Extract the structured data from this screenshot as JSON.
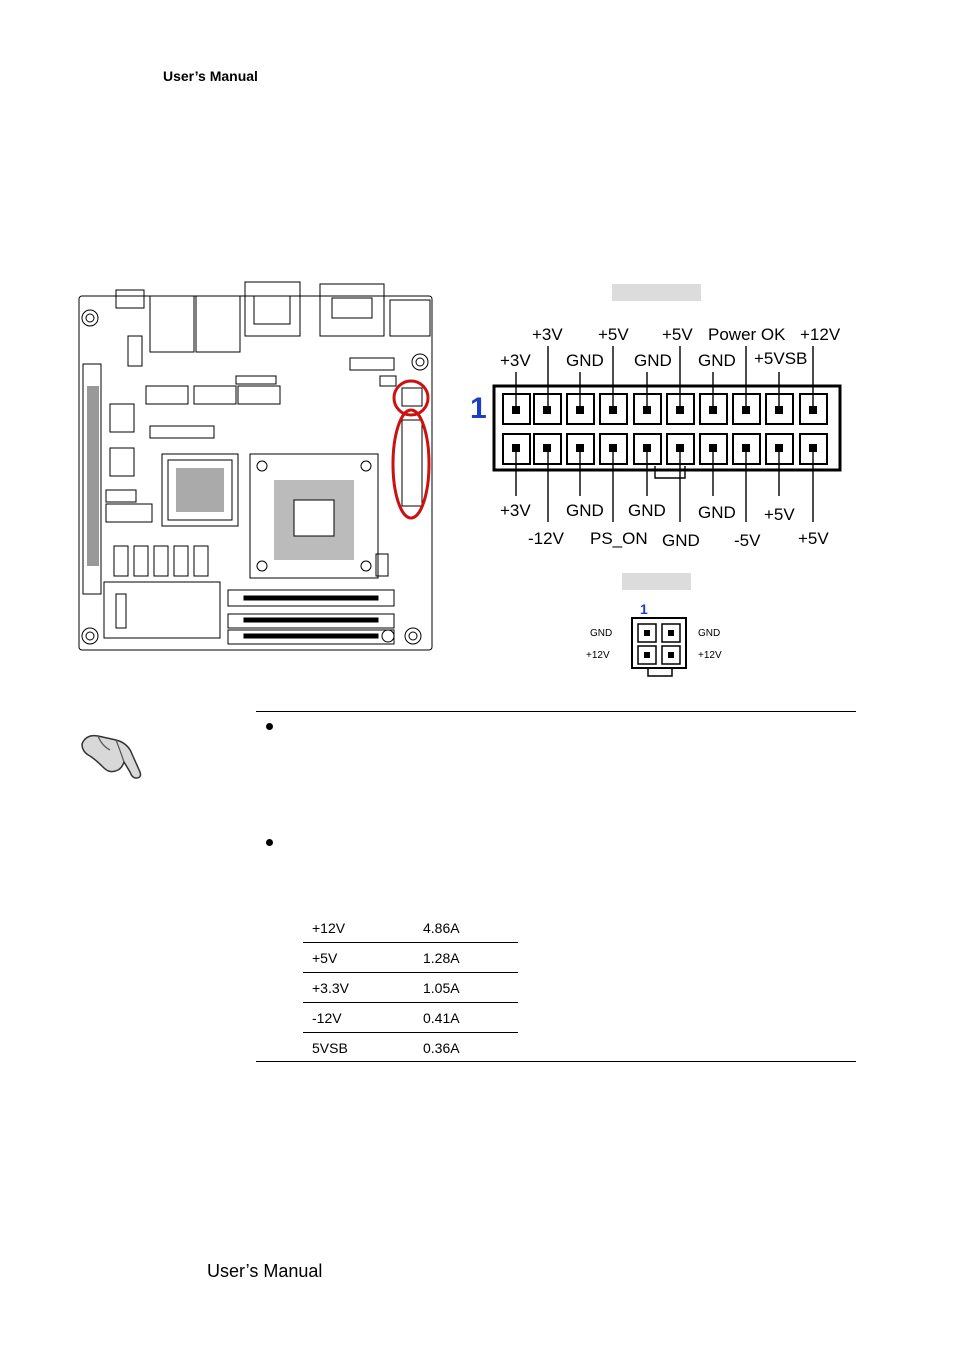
{
  "header": {
    "title": "User’s Manual"
  },
  "footer": {
    "title": "User’s Manual"
  },
  "atx_connector": {
    "pin1_marker": "1",
    "top_labels_upper": [
      "+3V",
      "+5V",
      "+5V",
      "Power OK",
      "+12V"
    ],
    "top_labels_lower": [
      "+3V",
      "GND",
      "GND",
      "GND",
      "+5VSB"
    ],
    "bottom_labels_upper": [
      "+3V",
      "GND",
      "GND",
      "GND",
      "+5V"
    ],
    "bottom_labels_lower": [
      "-12V",
      "PS_ON",
      "GND",
      "-5V",
      "+5V"
    ]
  },
  "p12v_connector": {
    "pin1_marker": "1",
    "labels": {
      "top_left": "GND",
      "top_right": "GND",
      "bottom_left": "+12V",
      "bottom_right": "+12V"
    }
  },
  "icons": {
    "note": "pointing-hand-icon",
    "pin_highlight": "red-circle-highlight"
  },
  "current_table": {
    "rows": [
      {
        "rail": "+12V",
        "current": "4.86A"
      },
      {
        "rail": "+5V",
        "current": "1.28A"
      },
      {
        "rail": "+3.3V",
        "current": "1.05A"
      },
      {
        "rail": "-12V",
        "current": "0.41A"
      },
      {
        "rail": "5VSB",
        "current": "0.36A"
      }
    ]
  },
  "colors": {
    "highlight": "#cc1111",
    "pin1_marker": "#1a3fbf",
    "tag_background": "#dcdcdc"
  }
}
